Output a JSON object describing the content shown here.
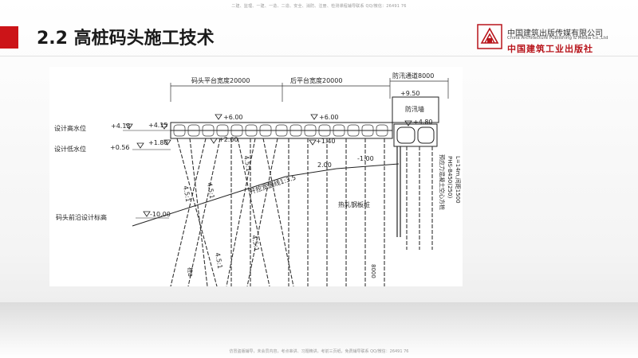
{
  "slide": {
    "title": "2.2 高桩码头施工技术",
    "top_note": "二建、监理、一建、一造、二造、安全、消防、注册、检测课程辅导联系 QQ/微信：26491 76",
    "bottom_note": "仿冒盗版辅导，未会员内容，考点串讲、习题精讲，考前三页纸，免费辅导联系 QQ/微信：26491 76",
    "publisher": {
      "name_cn": "中国建筑出版传媒有限公司",
      "name_en": "China Architecture Publishing & Media Co.,Ltd",
      "name_calligraphy": "中国建筑工业出版社",
      "brand_color": "#b8141b"
    },
    "accent_color": "#cc1418"
  },
  "diagram": {
    "dims": {
      "wharf_width": "码头平台宽度20000",
      "rear_width": "后平台宽度20000",
      "flood_channel": "防汛通道8000"
    },
    "labels": {
      "design_high": "设计高水位",
      "design_low": "设计低水位",
      "front_bottom": "码头前沿设计标高",
      "flood_wall": "防汛墙",
      "excavation": "开挖宽面线1:3.5",
      "sheet_pile": "热轧钢板桩",
      "pile_spec_1": "预应力混凝土空心方桩",
      "pile_spec_2": "PHS-B450(250)",
      "pile_spec_3": "L=14m,间距1500",
      "left_pile_text": "桩B",
      "bottom_dim": "8000"
    },
    "elevations": {
      "e_950": "+9.50",
      "e_600a": "+6.00",
      "e_600b": "+6.00",
      "e_480": "+4.80",
      "e_413": "+4.13",
      "e_415": "+4.15",
      "e_180": "+1.80",
      "e_056": "+0.56",
      "e_260": "+2.60",
      "e_140": "+1.40",
      "e_200": "2.00",
      "e_100": "-1.00",
      "e_1000": "-10.00"
    },
    "slopes": {
      "s1": "4.5:1",
      "s2": "4.5:1",
      "s3": "4.5:1",
      "s4": "4.5:1",
      "s5": "4.5:1"
    }
  }
}
